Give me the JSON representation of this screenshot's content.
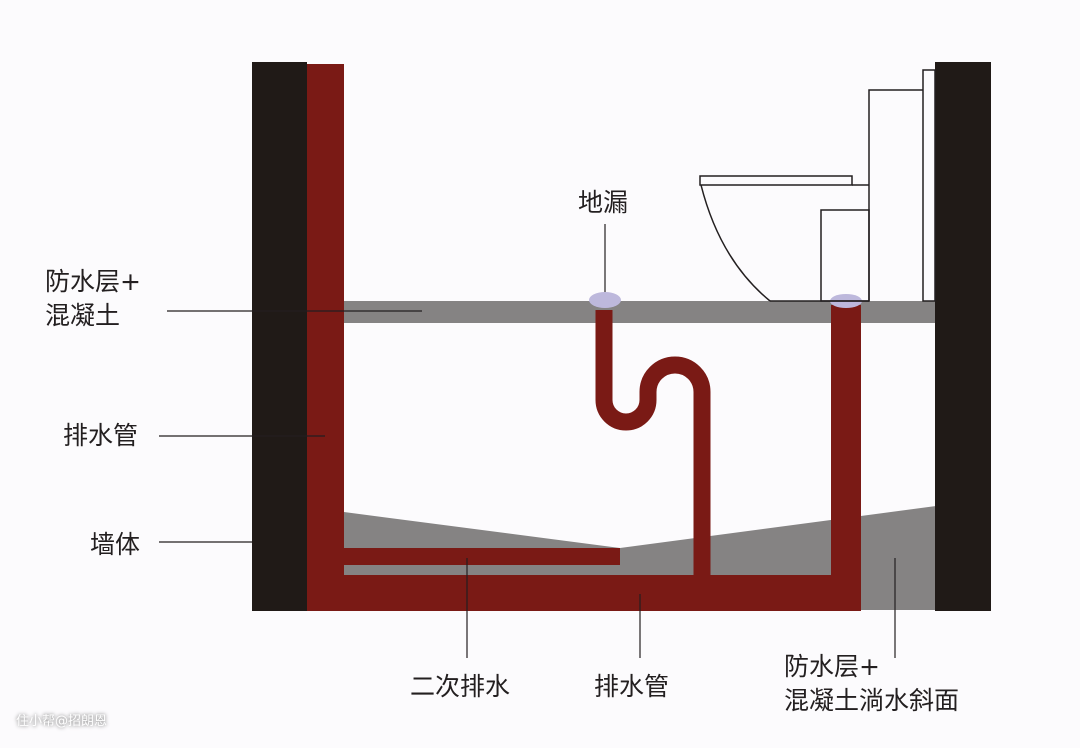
{
  "colors": {
    "background": "#fcfbfd",
    "wall": "#201a17",
    "pipe": "#7a1a15",
    "concrete": "#858383",
    "drain_cap": "#bdb8dc",
    "line": "#231f20"
  },
  "labels": {
    "waterproof_concrete_left": [
      "防水层+",
      "混凝土"
    ],
    "drain_pipe_left": "排水管",
    "wall": "墙体",
    "floor_drain": "地漏",
    "secondary_drainage": "二次排水",
    "drain_pipe_bottom": "排水管",
    "waterproof_slope": [
      "防水层+",
      "混凝土淌水斜面"
    ]
  },
  "watermark": "住小帮@招朗恩"
}
